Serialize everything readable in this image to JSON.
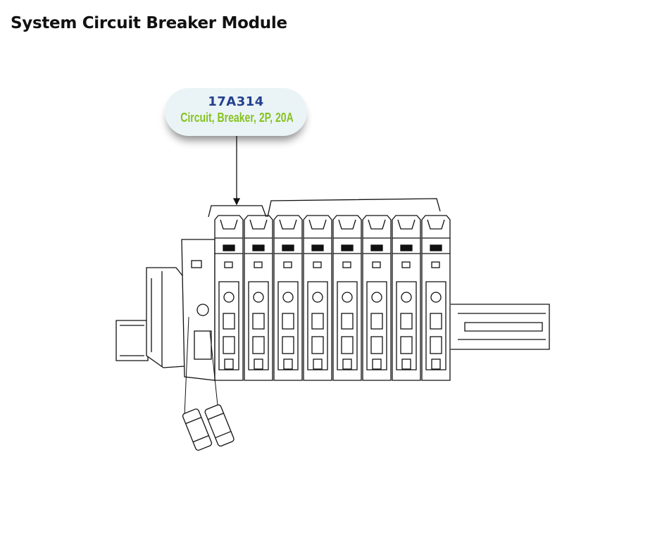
{
  "page": {
    "title": "System Circuit Breaker Module"
  },
  "callout": {
    "part_number": "17A314",
    "description": "Circuit, Breaker, 2P, 20A"
  },
  "colors": {
    "part_number": "#243f8c",
    "description": "#86c21f",
    "callout_bg": "#eaf4f7"
  },
  "diagram": {
    "breaker_count": 8,
    "fuse_count": 2
  }
}
